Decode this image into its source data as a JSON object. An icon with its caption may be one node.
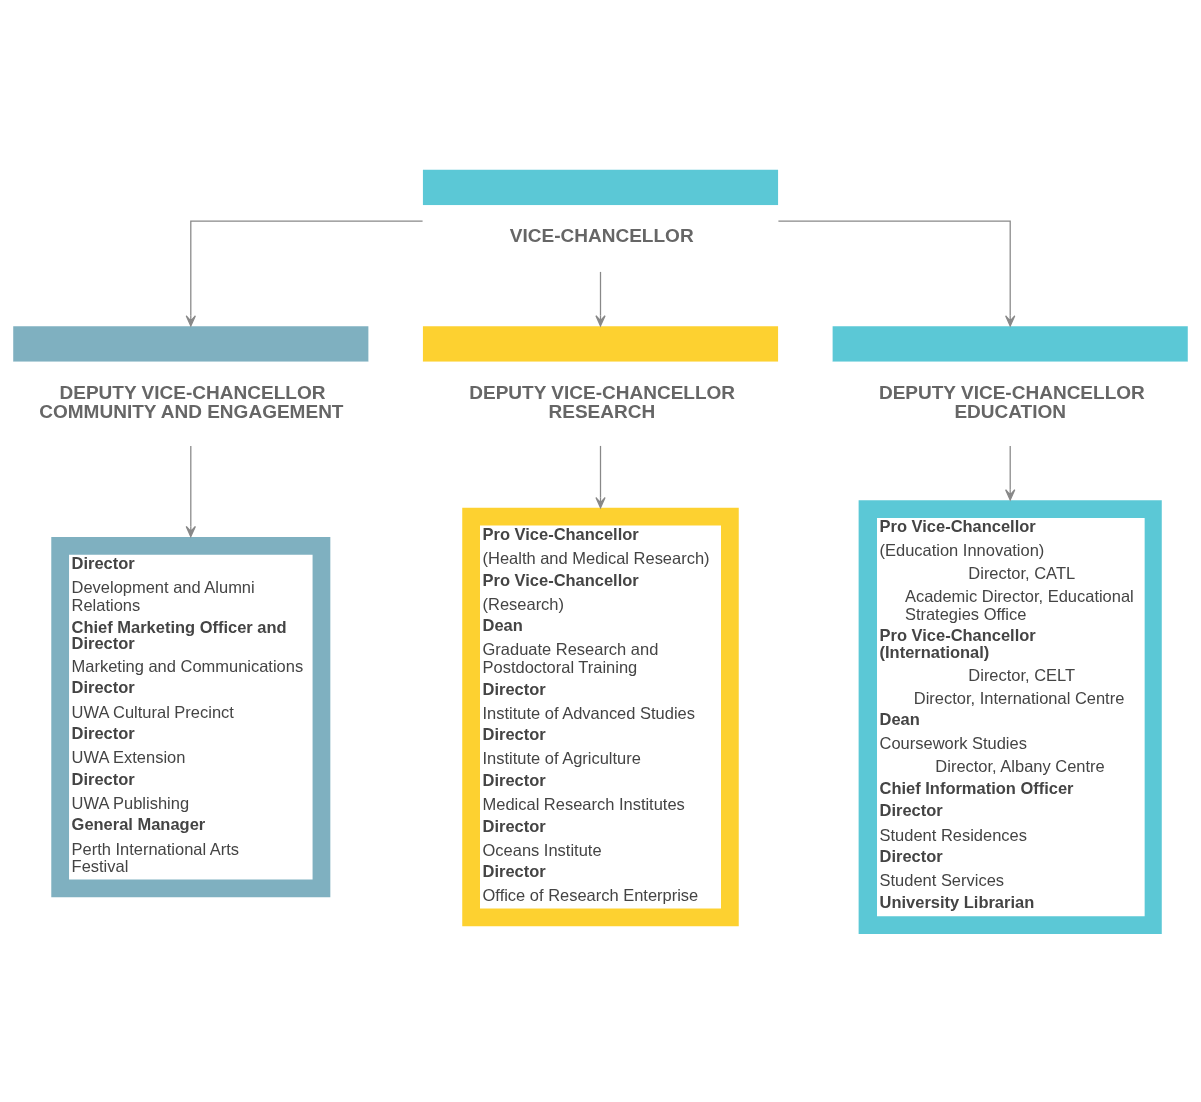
{
  "diagram": {
    "nodes": [
      {
        "text": [
          "VICE-CHANCELLOR"
        ]
      },
      {
        "text": [
          "DEPUTY VICE-CHANCELLOR COMMUNITY AND ENGAGEMENT"
        ]
      },
      {
        "text": [
          "DEPUTY VICE-CHANCELLOR RESEARCH"
        ]
      },
      {
        "text": [
          "DEPUTY VICE-CHANCELLOR EDUCATION"
        ]
      },
      {
        "text": [
          "Director",
          "Development and Alumni Relations",
          "Chief Marketing Officer and Director",
          "Marketing and Communications",
          "Director",
          "UWA Cultural Precinct",
          "Director",
          "UWA Extension",
          "Director",
          "UWA Publishing",
          "General Manager",
          "Perth International Arts Festival"
        ]
      },
      {
        "text": [
          "Pro Vice-Chancellor",
          "(Health and Medical Research)",
          "Pro Vice-Chancellor",
          "(Research)",
          "Dean",
          "Graduate Research and Postdoctoral Training",
          "Director",
          "Institute of Advanced Studies",
          "Director",
          "Institute of Agriculture",
          "Director",
          "Medical Research Institutes",
          "Director",
          "Oceans Institute",
          "Director",
          "Office of Research Enterprise"
        ]
      },
      {
        "text": [
          "Pro Vice-Chancellor",
          "(Education Innovation)",
          "Director, CATL",
          "Academic Director, Educational Strategies Office",
          "Pro Vice-Chancellor (International)",
          "Director, CELT",
          "Director, International Centre",
          "Dean",
          "Coursework Studies",
          "Director, Albany Centre",
          "Chief Information Officer",
          "Director",
          "Student Residences",
          "Director",
          "Student Services",
          "University Librarian"
        ]
      }
    ],
    "edges": [
      {
        "from": 0,
        "to": 1,
        "arrow": "to"
      },
      {
        "from": 0,
        "to": 2,
        "arrow": "to"
      },
      {
        "from": 0,
        "to": 3,
        "arrow": "to"
      },
      {
        "from": 1,
        "to": 4,
        "arrow": "to"
      },
      {
        "from": 2,
        "to": 5,
        "arrow": "to"
      },
      {
        "from": 3,
        "to": 6,
        "arrow": "to"
      }
    ]
  }
}
